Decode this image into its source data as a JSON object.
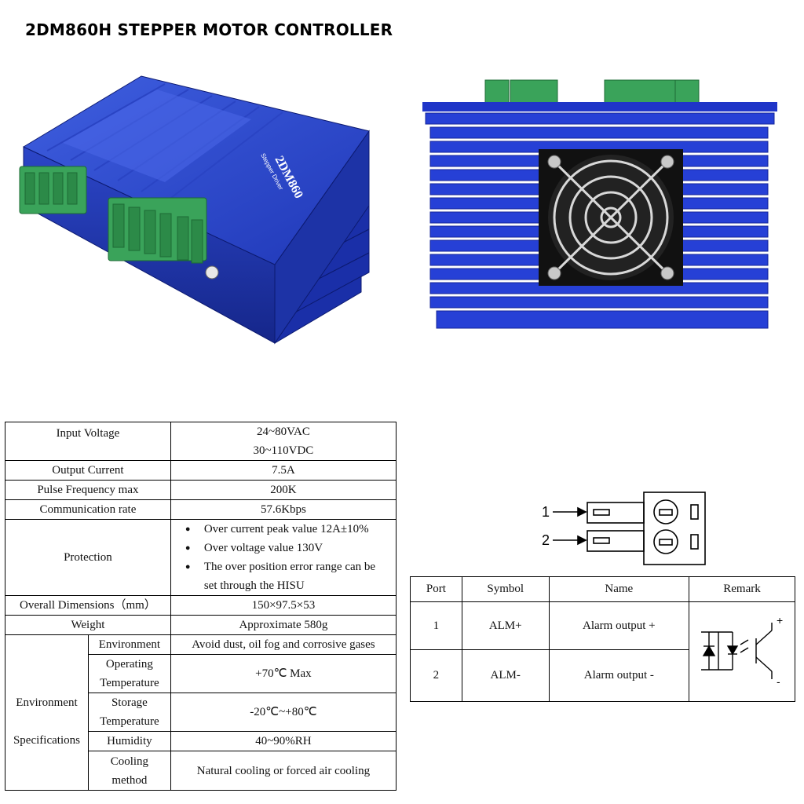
{
  "title": "2DM860H STEPPER MOTOR CONTROLLER",
  "images": {
    "left_photo": {
      "model_text": "2DM860",
      "subtext": "Stepper Driver"
    },
    "fan_photo": {}
  },
  "connector": {
    "label_1": "1",
    "label_2": "2"
  },
  "spec_table": {
    "input_voltage": {
      "label": "Input Voltage",
      "value_1": "24~80VAC",
      "value_2": "30~110VDC"
    },
    "output_current": {
      "label": "Output Current",
      "value": "7.5A"
    },
    "pulse_frequency": {
      "label": "Pulse Frequency max",
      "value": "200K"
    },
    "communication_rate": {
      "label": "Communication rate",
      "value": "57.6Kbps"
    },
    "protection": {
      "label": "Protection",
      "items": [
        "Over current peak value 12A±10%",
        "Over voltage value 130V",
        "The over position error range can be"
      ],
      "item_cont": "set through the HISU"
    },
    "overall_dimensions": {
      "label": "Overall Dimensions（mm）",
      "value": "150×97.5×53"
    },
    "weight": {
      "label": "Weight",
      "value": "Approximate 580g"
    },
    "env_label_1": "Environment",
    "env_label_2": "Specifications",
    "environment": {
      "label": "Environment",
      "value": "Avoid dust, oil fog and corrosive gases"
    },
    "operating_temp": {
      "label_1": "Operating",
      "label_2": "Temperature",
      "value": "+70℃ Max"
    },
    "storage_temp": {
      "label_1": "Storage",
      "label_2": "Temperature",
      "value": "-20℃~+80℃"
    },
    "humidity": {
      "label": "Humidity",
      "value": "40~90%RH"
    },
    "cooling": {
      "label_1": "Cooling",
      "label_2": "method",
      "value": "Natural cooling or forced air cooling"
    }
  },
  "port_table": {
    "headers": [
      "Port",
      "Symbol",
      "Name",
      "Remark"
    ],
    "rows": [
      {
        "port": "1",
        "symbol": "ALM+",
        "name": "Alarm output +"
      },
      {
        "port": "2",
        "symbol": "ALM-",
        "name": "Alarm output -"
      }
    ],
    "remark_plus": "+",
    "remark_minus": "-"
  }
}
